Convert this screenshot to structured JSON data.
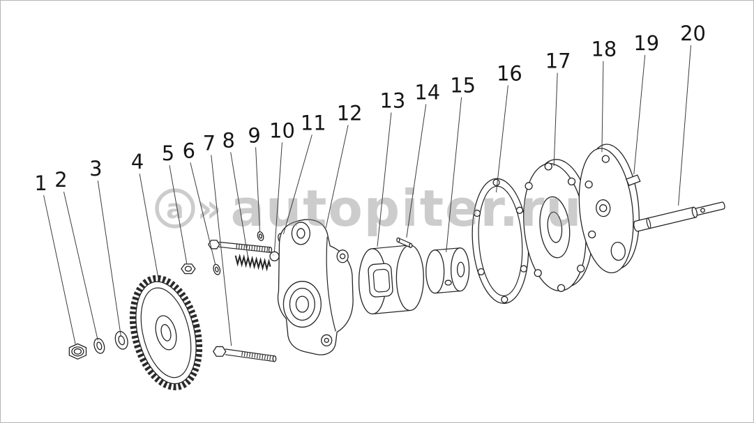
{
  "colors": {
    "line": "#232323",
    "watermark_gray": "#c6c6c6",
    "label_text": "#151515",
    "page_border": "#b5b5b5"
  },
  "watermark": {
    "a": "a",
    "chevrons": "»",
    "site": "autopiter.ru"
  },
  "callouts": [
    {
      "label": "1"
    },
    {
      "label": "2"
    },
    {
      "label": "3"
    },
    {
      "label": "4"
    },
    {
      "label": "5"
    },
    {
      "label": "6"
    },
    {
      "label": "7"
    },
    {
      "label": "8"
    },
    {
      "label": "9"
    },
    {
      "label": "10"
    },
    {
      "label": "11"
    },
    {
      "label": "12"
    },
    {
      "label": "13"
    },
    {
      "label": "14"
    },
    {
      "label": "15"
    },
    {
      "label": "16"
    },
    {
      "label": "17"
    },
    {
      "label": "18"
    },
    {
      "label": "19"
    },
    {
      "label": "20"
    }
  ]
}
